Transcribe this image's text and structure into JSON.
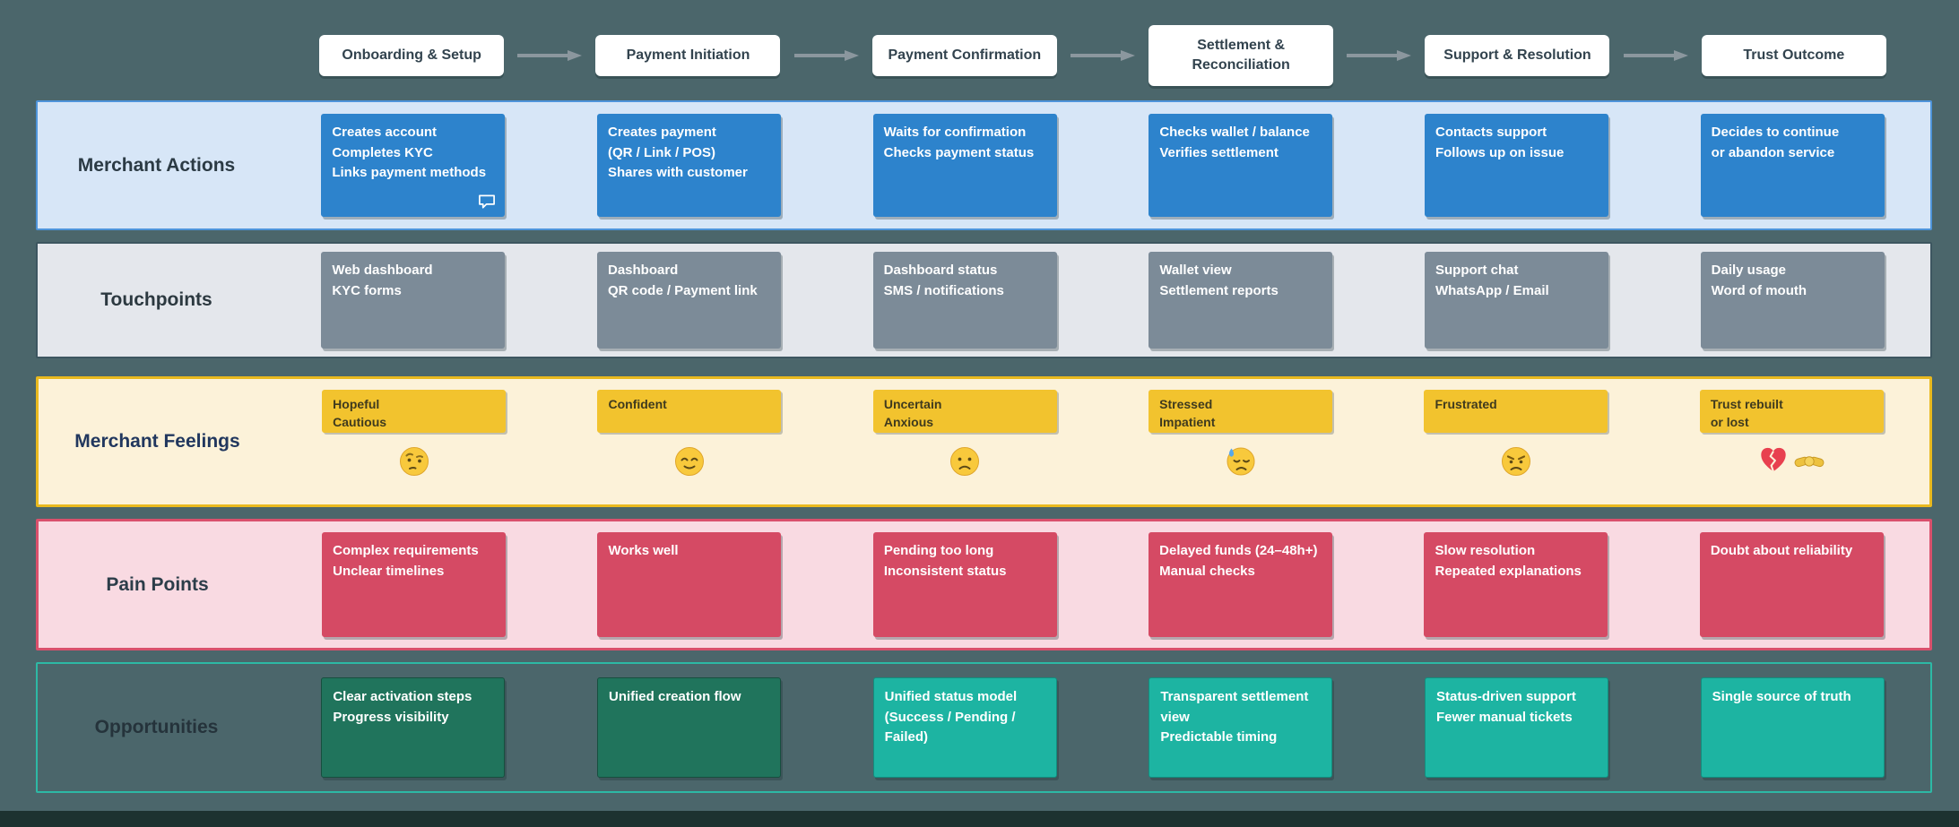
{
  "stages": [
    {
      "label": "Onboarding & Setup"
    },
    {
      "label": "Payment Initiation"
    },
    {
      "label": "Payment Confirmation"
    },
    {
      "label": "Settlement & Reconciliation"
    },
    {
      "label": "Support & Resolution"
    },
    {
      "label": "Trust Outcome"
    }
  ],
  "rows": {
    "actions": {
      "label": "Merchant Actions",
      "cards": [
        {
          "lines": [
            "Creates account",
            "Completes KYC",
            "Links payment methods"
          ],
          "icon": "comment-icon"
        },
        {
          "lines": [
            "Creates payment",
            "(QR / Link / POS)",
            "Shares with customer"
          ]
        },
        {
          "lines": [
            "Waits for confirmation",
            "Checks payment status"
          ]
        },
        {
          "lines": [
            "Checks wallet / balance",
            "Verifies settlement"
          ]
        },
        {
          "lines": [
            "Contacts support",
            "Follows up on issue"
          ]
        },
        {
          "lines": [
            "Decides to continue",
            "or abandon service"
          ]
        }
      ]
    },
    "touchpoints": {
      "label": "Touchpoints",
      "cards": [
        {
          "lines": [
            "Web dashboard",
            "KYC forms"
          ]
        },
        {
          "lines": [
            "Dashboard",
            "QR code / Payment link"
          ]
        },
        {
          "lines": [
            "Dashboard status",
            "SMS / notifications"
          ]
        },
        {
          "lines": [
            "Wallet view",
            "Settlement reports"
          ]
        },
        {
          "lines": [
            "Support chat",
            "WhatsApp / Email"
          ]
        },
        {
          "lines": [
            "Daily usage",
            "Word of mouth"
          ]
        }
      ]
    },
    "feelings": {
      "label": "Merchant Feelings",
      "cards": [
        {
          "lines": [
            "Hopeful",
            "Cautious"
          ],
          "emoji": "thinking-face"
        },
        {
          "lines": [
            "Confident"
          ],
          "emoji": "relieved-face"
        },
        {
          "lines": [
            "Uncertain",
            "Anxious"
          ],
          "emoji": "frowning-face"
        },
        {
          "lines": [
            "Stressed",
            "Impatient"
          ],
          "emoji": "sweat-face"
        },
        {
          "lines": [
            "Frustrated"
          ],
          "emoji": "angry-face"
        },
        {
          "lines": [
            "Trust rebuilt",
            "or lost"
          ],
          "emoji": "broken-heart-and-handshake"
        }
      ]
    },
    "pain": {
      "label": "Pain Points",
      "cards": [
        {
          "lines": [
            "Complex requirements",
            "Unclear timelines"
          ]
        },
        {
          "lines": [
            "Works well"
          ]
        },
        {
          "lines": [
            "Pending too long",
            "Inconsistent status"
          ]
        },
        {
          "lines": [
            "Delayed funds (24–48h+)",
            "Manual checks"
          ]
        },
        {
          "lines": [
            "Slow resolution",
            "Repeated explanations"
          ]
        },
        {
          "lines": [
            "Doubt about reliability"
          ]
        }
      ]
    },
    "opportunities": {
      "label": "Opportunities",
      "cards": [
        {
          "lines": [
            "Clear activation steps",
            "Progress visibility"
          ],
          "variant": "dark"
        },
        {
          "lines": [
            "Unified creation flow"
          ],
          "variant": "dark"
        },
        {
          "lines": [
            "Unified status model",
            "(Success / Pending / Failed)"
          ],
          "variant": "bright"
        },
        {
          "lines": [
            "Transparent settlement view",
            "Predictable timing"
          ],
          "variant": "bright"
        },
        {
          "lines": [
            "Status-driven support",
            "Fewer manual tickets"
          ],
          "variant": "bright"
        },
        {
          "lines": [
            "Single source of truth"
          ],
          "variant": "bright"
        }
      ]
    }
  },
  "colors": {
    "canvas_bg": "#4b666b",
    "stage_box_bg": "#ffffff",
    "arrow": "#8b979e",
    "actions_band_bg": "#d7e6f7",
    "actions_band_border": "#4e94da",
    "actions_card": "#2d83cc",
    "touchpoints_band_bg": "#e4e7ec",
    "touchpoints_band_border": "#3d5660",
    "touchpoints_card": "#7c8b98",
    "feelings_band_bg": "#fcf2d9",
    "feelings_band_border": "#e9b91e",
    "feelings_card": "#f2c32e",
    "pain_band_bg": "#f9dae2",
    "pain_band_border": "#d9506c",
    "pain_card": "#d54a64",
    "opportunities_band_border": "#2db9a5",
    "opportunity_card_dark": "#20745c",
    "opportunity_card_bright": "#1db4a2"
  }
}
